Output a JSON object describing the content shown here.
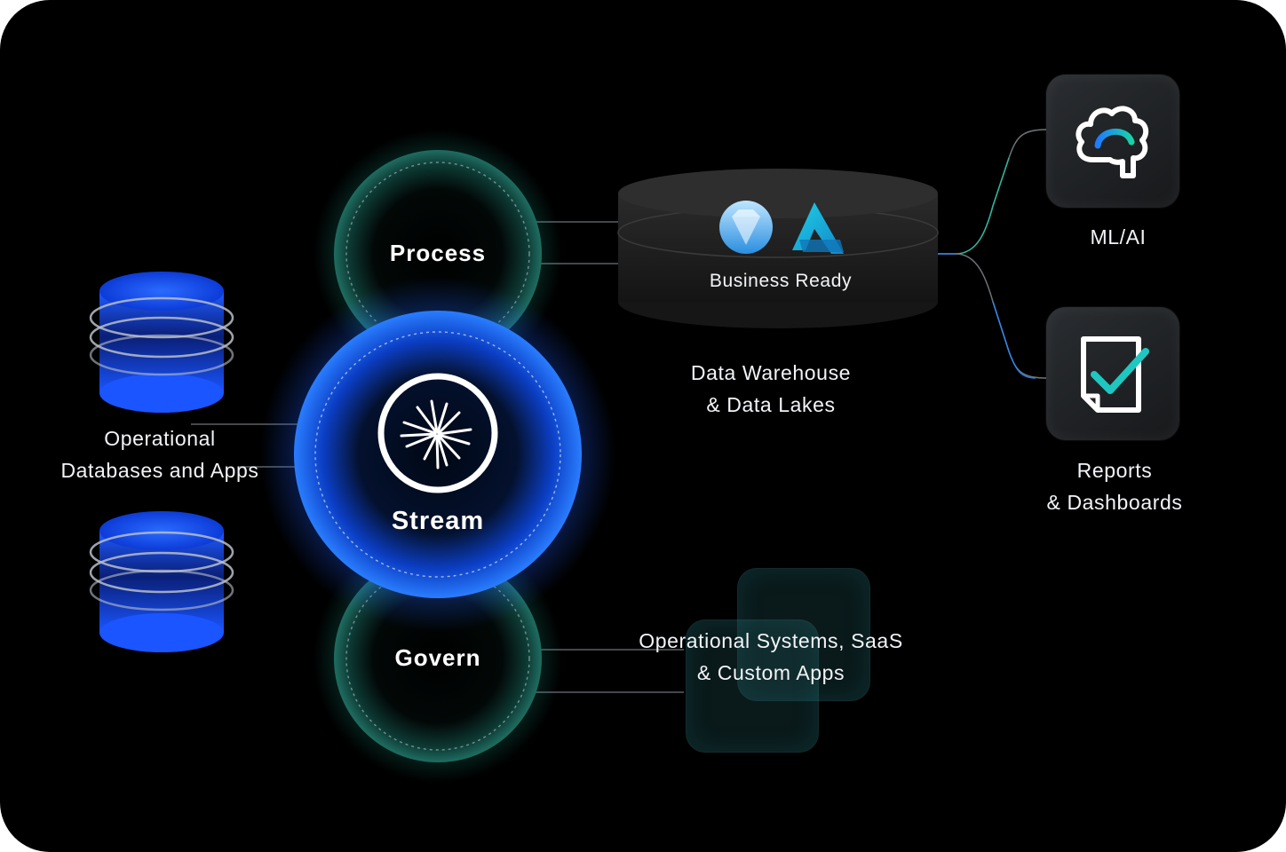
{
  "center": {
    "label": "Stream",
    "icon": "burst-logo-icon"
  },
  "process": {
    "label": "Process"
  },
  "govern": {
    "label": "Govern"
  },
  "sources": {
    "lines": [
      "Operational",
      "Databases and Apps"
    ],
    "icon": "database-icon"
  },
  "warehouse": {
    "badge": "Business Ready",
    "lines": [
      "Data Warehouse",
      "& Data Lakes"
    ],
    "icons": [
      "snowflake-gem-icon",
      "azure-synapse-icon"
    ]
  },
  "ml": {
    "label": "ML/AI",
    "icon": "brain-cloud-icon"
  },
  "reports": {
    "lines": [
      "Reports",
      "& Dashboards"
    ],
    "icon": "checked-document-icon"
  },
  "systems": {
    "lines": [
      "Operational Systems, SaaS",
      "& Custom Apps"
    ]
  },
  "colors": {
    "background": "#000000",
    "stream_blue": "#1f6bff",
    "teal": "#1fc7a8",
    "card": "#1e2023"
  }
}
